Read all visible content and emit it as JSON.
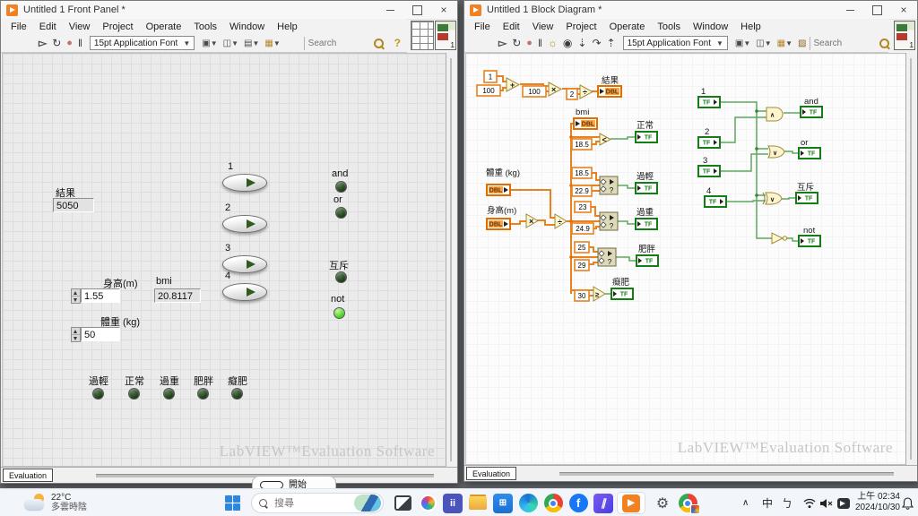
{
  "shared": {
    "menus": [
      "File",
      "Edit",
      "View",
      "Project",
      "Operate",
      "Tools",
      "Window",
      "Help"
    ],
    "font_selector": "15pt Application Font",
    "toolbar_search_placeholder": "Search",
    "evaluation_tab_label": "Evaluation",
    "watermark": "LabVIEW™Evaluation Software",
    "vi_icon_badge": "1"
  },
  "front_panel": {
    "title": "Untitled 1 Front Panel *",
    "result_label": "結果",
    "result_value": "5050",
    "height_label": "身高(m)",
    "height_value": "1.55",
    "bmi_label": "bmi",
    "bmi_value": "20.8117",
    "weight_label": "體重 (kg)",
    "weight_value": "50",
    "button_labels": [
      "1",
      "2",
      "3",
      "4"
    ],
    "led_and_label": "and",
    "led_or_label": "or",
    "led_xor_label": "互斥",
    "led_not_label": "not",
    "bmi_led_labels": [
      "過輕",
      "正常",
      "過重",
      "肥胖",
      "癡肥"
    ]
  },
  "block_diagram": {
    "title": "Untitled 1 Block Diagram *",
    "const_one": "1",
    "const_hundred_a": "100",
    "const_hundred_b": "100",
    "const_two": "2",
    "op_add": "+",
    "op_multiply": "×",
    "op_divide": "÷",
    "op_square": "×",
    "op_less": "<",
    "op_greater_equal": "≥",
    "op_and": "∧",
    "op_or": "∨",
    "op_xor": "∨",
    "in_range_question": "?",
    "dbl": "DBL",
    "tf": "TF",
    "result_label": "結果",
    "bmi_label": "bmi",
    "weight_label": "體重 (kg)",
    "height_label": "身高(m)",
    "th_under": "18.5",
    "th_norm_lo": "18.5",
    "th_norm_hi": "22.9",
    "th_over_lo": "23",
    "th_over_hi": "24.9",
    "th_fat_lo": "25",
    "th_fat_hi": "29",
    "th_obese": "30",
    "ind_normal": "正常",
    "ind_under": "過輕",
    "ind_over": "過重",
    "ind_fat": "肥胖",
    "ind_obese": "癡肥",
    "bool_labels": [
      "1",
      "2",
      "3",
      "4"
    ],
    "ind_and": "and",
    "ind_or": "or",
    "ind_xor": "互斥",
    "ind_not": "not"
  },
  "taskbar": {
    "weather_temp": "22°C",
    "weather_condition": "多雲時陰",
    "search_placeholder": "搜尋",
    "ime_mode": "中",
    "ime_key": "ㄅ",
    "clock_time": "上午 02:34",
    "clock_date": "2024/10/30",
    "start_tooltip": "開始"
  }
}
